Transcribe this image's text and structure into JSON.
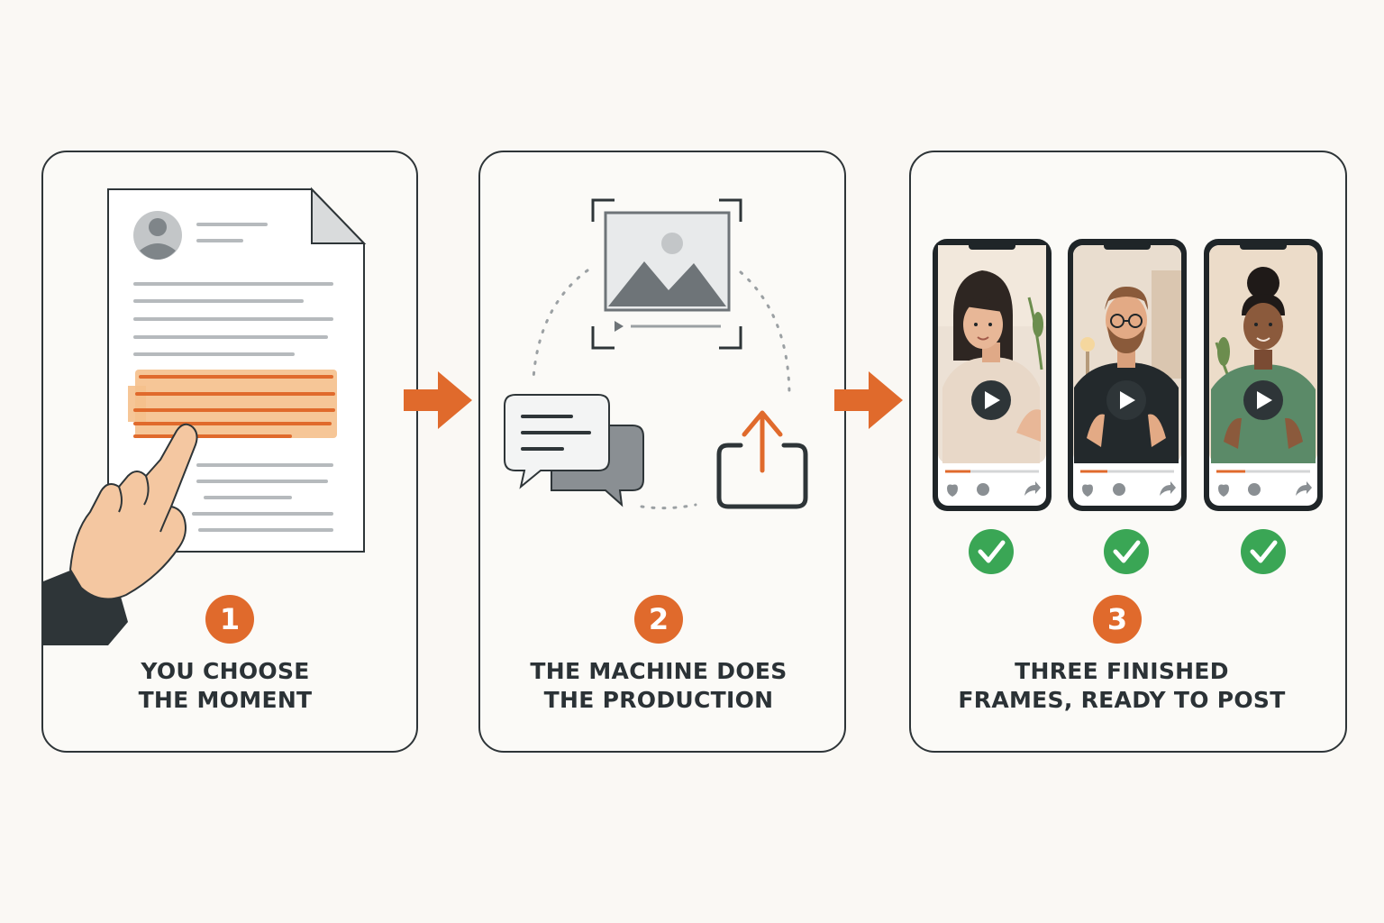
{
  "steps": [
    {
      "number": "1",
      "caption_line1": "YOU CHOOSE",
      "caption_line2": "THE MOMENT"
    },
    {
      "number": "2",
      "caption_line1": "THE MACHINE DOES",
      "caption_line2": "THE PRODUCTION"
    },
    {
      "number": "3",
      "caption_line1": "THREE FINISHED",
      "caption_line2": "FRAMES, READY TO POST"
    }
  ],
  "icons": {
    "step1": [
      "document-icon",
      "avatar-icon",
      "highlight-marker",
      "pointing-hand-icon"
    ],
    "step2": [
      "image-frame-icon",
      "chat-bubbles-icon",
      "share-upload-icon",
      "cycle-dotted-arrow"
    ],
    "step3": [
      "phone-frame-icon",
      "play-button-icon",
      "check-icon"
    ],
    "connectors": [
      "arrow-right-icon"
    ]
  },
  "colors": {
    "accent": "#e06a2c",
    "highlight": "#f5c08c",
    "check_green": "#3aa655",
    "outline": "#2e3538",
    "background": "#faf8f4"
  }
}
